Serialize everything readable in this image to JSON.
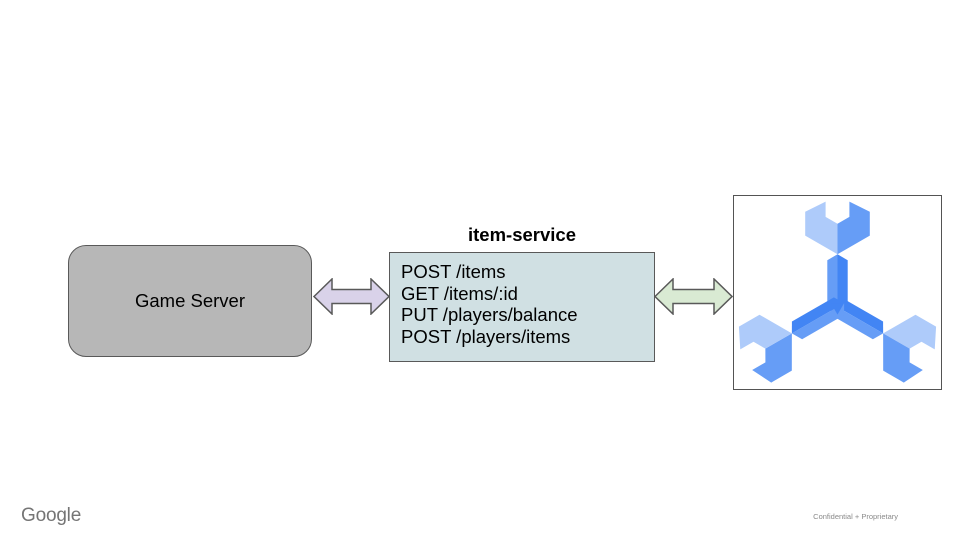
{
  "diagram": {
    "game_server": {
      "label": "Game Server",
      "fill": "#b7b7b7",
      "border_color": "#595959"
    },
    "item_service": {
      "title": "item-service",
      "fill": "#d0e0e3",
      "border_color": "#595959",
      "endpoints": [
        "POST /items",
        "GET /items/:id",
        "PUT /players/balance",
        "POST /players/items"
      ]
    },
    "connectors": {
      "left_arrow": {
        "type": "double-headed-arrow",
        "fill": "#d9d2e9",
        "stroke": "#595959"
      },
      "right_arrow": {
        "type": "double-headed-arrow",
        "fill": "#d9ead3",
        "stroke": "#595959"
      }
    },
    "spanner_icon": {
      "name": "cloud-spanner-icon",
      "container_border": "#545454",
      "palette": {
        "light_blue": "#aecbfa",
        "medium_blue": "#669df6",
        "dark_blue": "#4285f4"
      }
    }
  },
  "footer": {
    "brand": "Google",
    "confidential": "Confidential + Proprietary"
  }
}
